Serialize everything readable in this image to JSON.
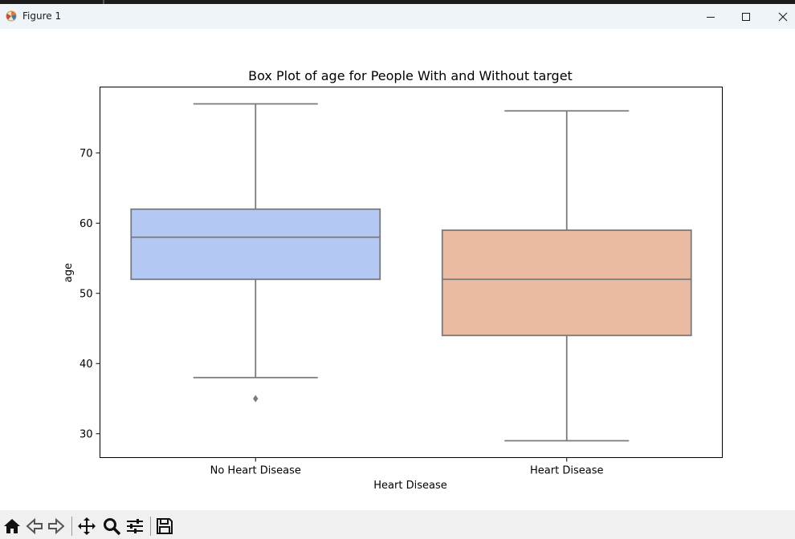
{
  "window": {
    "title": "Figure 1"
  },
  "colors": {
    "box_no": "#b3c8f2",
    "box_yes": "#ebbaa3",
    "line": "#7a7a7a"
  },
  "toolbar": {
    "icons": [
      "home-icon",
      "back-icon",
      "forward-icon",
      "pan-icon",
      "zoom-icon",
      "configure-subplots-icon",
      "save-icon"
    ]
  },
  "chart_data": {
    "type": "box",
    "title": "Box Plot of age for People With and Without target",
    "xlabel": "Heart Disease",
    "ylabel": "age",
    "ylim": [
      26.6,
      79.4
    ],
    "yticks": [
      30,
      40,
      50,
      60,
      70
    ],
    "categories": [
      "No Heart Disease",
      "Heart Disease"
    ],
    "boxes": [
      {
        "category": "No Heart Disease",
        "whisker_low": 38,
        "q1": 52,
        "median": 58,
        "q3": 62,
        "whisker_high": 77,
        "outliers": [
          35
        ]
      },
      {
        "category": "Heart Disease",
        "whisker_low": 29,
        "q1": 44,
        "median": 52,
        "q3": 59,
        "whisker_high": 76,
        "outliers": []
      }
    ],
    "grid": false
  }
}
